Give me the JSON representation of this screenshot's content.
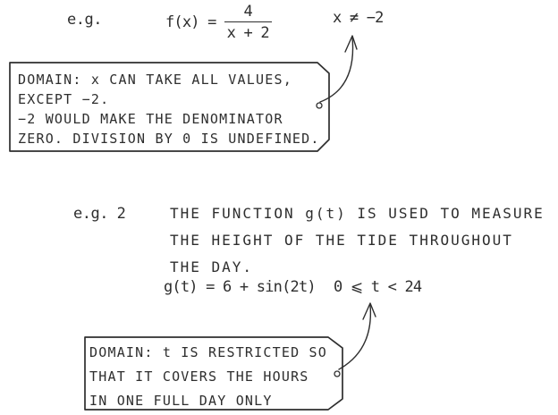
{
  "example1": {
    "label": "e.g.",
    "function_lhs": "f(x) =",
    "fraction_numerator": "4",
    "fraction_denominator": "x + 2",
    "constraint": "x ≠ −2",
    "note_lines": [
      "DOMAIN: x CAN TAKE ALL VALUES,",
      "EXCEPT −2.",
      "−2 WOULD MAKE THE DENOMINATOR",
      "ZERO. DIVISION BY 0 IS UNDEFINED."
    ]
  },
  "example2": {
    "label": "e.g. 2",
    "description_lines": [
      "THE FUNCTION g(t) IS USED TO MEASURE",
      "THE HEIGHT OF THE TIDE THROUGHOUT",
      "THE DAY."
    ],
    "function": "g(t) = 6 + sin(2t)",
    "constraint": "0 ⩽ t < 24",
    "note_lines": [
      "DOMAIN: t IS RESTRICTED SO",
      "THAT IT COVERS THE HOURS",
      "IN ONE FULL DAY ONLY"
    ]
  },
  "colors": {
    "ink": "#2e2e2e",
    "background": "#ffffff"
  }
}
